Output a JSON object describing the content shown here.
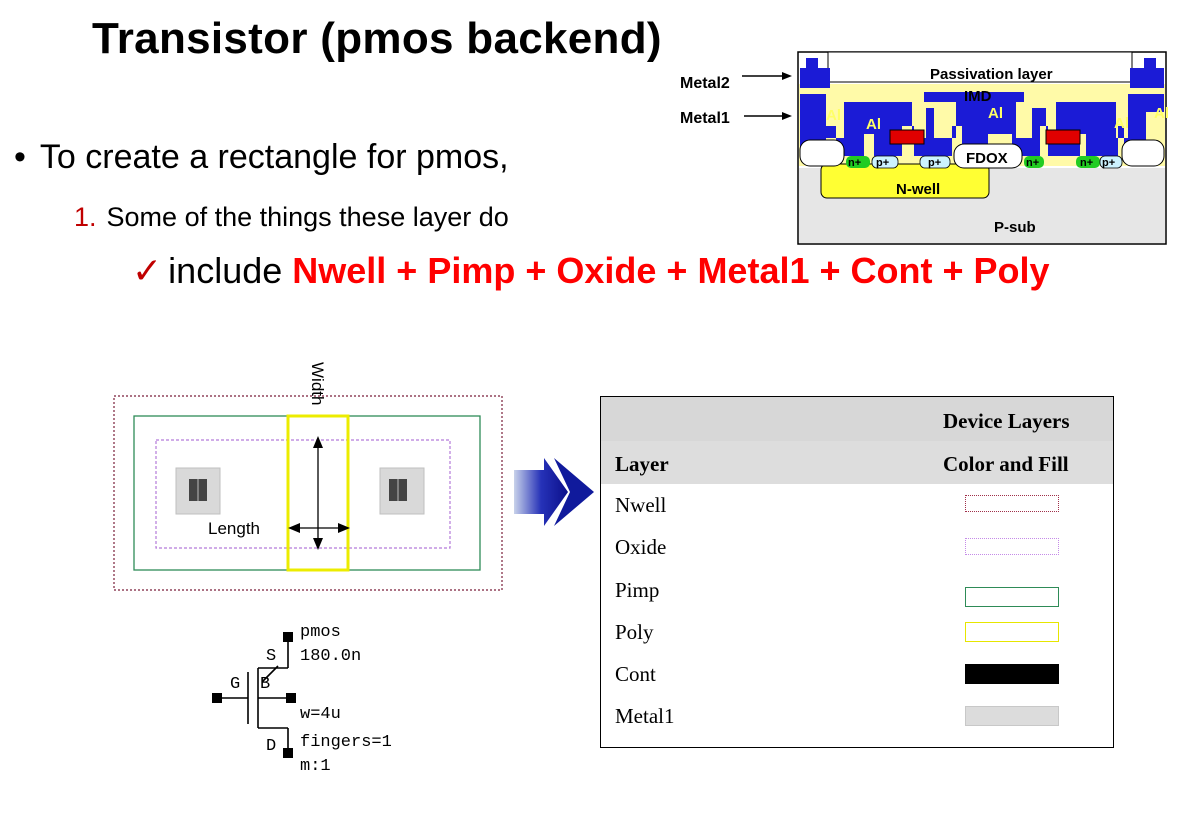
{
  "slide": {
    "title": "Transistor (pmos backend)",
    "bullet1": "To create a rectangle for pmos,",
    "bullet2_number": "1.",
    "bullet2": "Some of the things these layer do",
    "bullet3_prefix": "include",
    "bullet3_highlight": "Nwell + Pimp + Oxide + Metal1 + Cont + Poly"
  },
  "cross_section": {
    "metal2_label": "Metal2",
    "metal1_label": "Metal1",
    "passivation": "Passivation layer",
    "imd": "IMD",
    "al": "Al",
    "fdox": "FDOX",
    "nwell": "N-well",
    "psub": "P-sub",
    "n_plus": "n+",
    "p_plus": "p+",
    "colors": {
      "metal": "#1b1bd6",
      "oxide": "#fffaa8",
      "nwell": "#ffff33",
      "gate": "#e00000",
      "ndiff": "#22cc22"
    }
  },
  "layout": {
    "width_label": "Width",
    "length_label": "Length"
  },
  "symbol": {
    "name": "pmos",
    "length": "180.0n",
    "w": "w=4u",
    "fingers": "fingers=1",
    "m": "m:1",
    "pin_s": "S",
    "pin_g": "G",
    "pin_b": "B",
    "pin_d": "D"
  },
  "table": {
    "title": "Device Layers",
    "col_layer": "Layer",
    "col_color": "Color and Fill",
    "rows": [
      {
        "name": "Nwell",
        "style": "dotted",
        "color": "#a0304a"
      },
      {
        "name": "Oxide",
        "style": "dotted",
        "color": "#c58be8"
      },
      {
        "name": "Pimp",
        "style": "solid",
        "color": "#2e8b57"
      },
      {
        "name": "Poly",
        "style": "solid",
        "color": "#e6e600"
      },
      {
        "name": "Cont",
        "style": "filled",
        "color": "#000000"
      },
      {
        "name": "Metal1",
        "style": "filled",
        "color": "#d9d9d9"
      }
    ]
  }
}
